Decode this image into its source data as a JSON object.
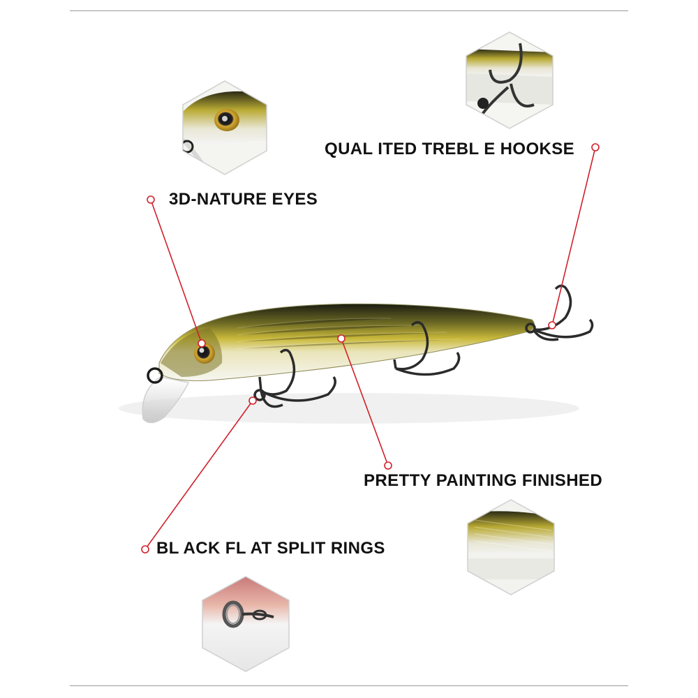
{
  "callouts": {
    "eyes": "3D-NATURE EYES",
    "hooks": "QUAL ITED TREBL E HOOKSE",
    "painting": "PRETTY PAINTING FINISHED",
    "rings": "BL ACK FL AT SPLIT RINGS"
  },
  "colors": {
    "leader_line": "#d0202a",
    "lure_gold": "#b8a62a",
    "lure_dark": "#1a1c10",
    "hook_metal": "#3a3a3a"
  },
  "icons": {
    "eyes_detail": "lure-eye-closeup",
    "hooks_detail": "treble-hook-closeup",
    "painting_detail": "scale-pattern-closeup",
    "rings_detail": "split-ring-closeup"
  }
}
